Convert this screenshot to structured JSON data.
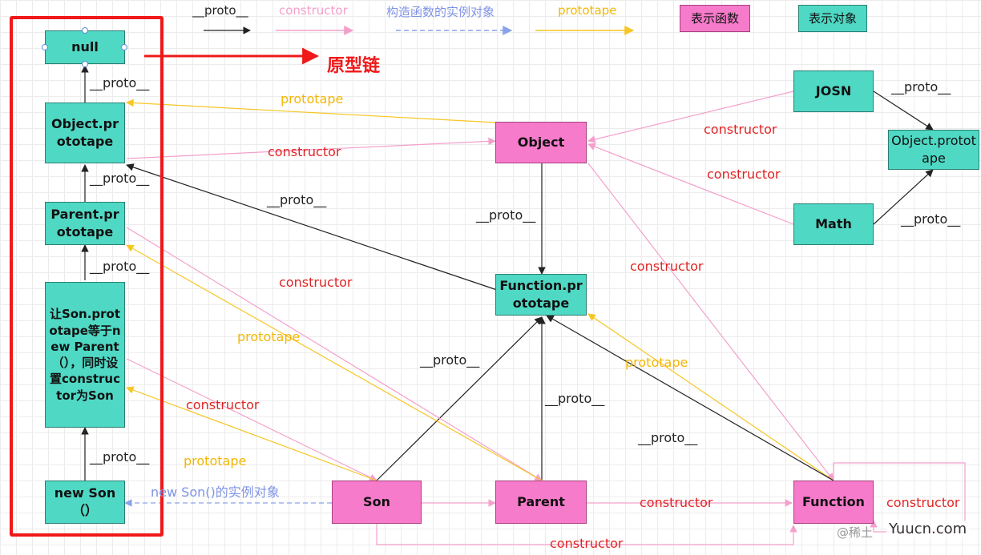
{
  "legend": {
    "proto": "__proto__",
    "constructor": "constructor",
    "instance": "构造函数的实例对象",
    "prototape": "prototape",
    "function_box": "表示函数",
    "object_box": "表示对象"
  },
  "chain": {
    "label": "原型链"
  },
  "nodes": {
    "null": "null",
    "object_prototype": "Object.prototape",
    "parent_prototype": "Parent.prototape",
    "son_prototype": "让Son.prototape等于new Parent（），同时设置constructor为Son",
    "new_son": "new Son（）",
    "object": "Object",
    "function_prototype": "Function.prototape",
    "josn": "JOSN",
    "math": "Math",
    "object_prototype_right": "Object.prototape",
    "son": "Son",
    "parent": "Parent",
    "function": "Function"
  },
  "edge_labels": {
    "proto_null": "__proto__",
    "proto_objproto": "__proto__",
    "proto_parentproto": "__proto__",
    "proto_sonproto": "__proto__",
    "proto_fnproto_objproto": "__proto__",
    "proto_object_fnproto": "__proto__",
    "proto_son_fnproto": "__proto__",
    "proto_parent_fnproto": "__proto__",
    "proto_function_fnproto": "__proto__",
    "proto_josn": "__proto__",
    "proto_math": "__proto__",
    "prototape_object": "prototape",
    "prototape_parent": "prototape",
    "prototape_son": "prototape",
    "prototape_function": "prototape",
    "ctor_objproto": "constructor",
    "ctor_parentproto": "constructor",
    "ctor_sonproto": "constructor",
    "ctor_josn": "constructor",
    "ctor_math": "constructor",
    "ctor_function_object": "constructor",
    "ctor_son_parent": "constructor",
    "ctor_self": "constructor",
    "ctor_bottom": "constructor",
    "instance_son": "new Son()的实例对象"
  },
  "watermark": "@稀土",
  "watermark2": "Yuucn.com",
  "colors": {
    "proto": "#222222",
    "constructor": "#f4a0cc",
    "prototape": "#f6c624",
    "instance": "#8aa2ea",
    "object_fill": "#4fd8c4",
    "function_fill": "#f77bcb",
    "chain_frame": "#f01818"
  }
}
